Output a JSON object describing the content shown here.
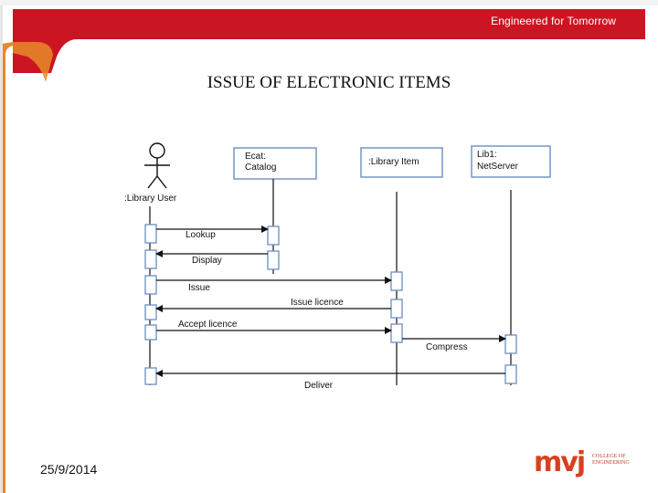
{
  "slide": {
    "banner_text": "Engineered for Tomorrow",
    "title": "ISSUE OF ELECTRONIC ITEMS",
    "date": "25/9/2014",
    "logo": {
      "text": "mvj",
      "line1": "COLLEGE OF",
      "line2": "ENGINEERING",
      "line3": ""
    },
    "colors": {
      "banner": "#cc1522",
      "frame": "#e88a2a",
      "box_border": "#6a8fc0",
      "activation": "#ffffff"
    }
  },
  "diagram": {
    "actor": {
      "label": ":Library User"
    },
    "objects": [
      {
        "id": "catalog",
        "line1": "Ecat:",
        "line2": "Catalog"
      },
      {
        "id": "item",
        "line1": ":Library Item",
        "line2": ""
      },
      {
        "id": "server",
        "line1": "Lib1:",
        "line2": "NetServer"
      }
    ],
    "messages": [
      {
        "label": "Lookup",
        "from": "user",
        "to": "catalog"
      },
      {
        "label": "Display",
        "from": "catalog",
        "to": "user"
      },
      {
        "label": "Issue",
        "from": "user",
        "to": "item"
      },
      {
        "label": "Issue licence",
        "from": "item",
        "to": "user"
      },
      {
        "label": "Accept licence",
        "from": "user",
        "to": "item"
      },
      {
        "label": "Compress",
        "from": "item",
        "to": "server"
      },
      {
        "label": "Deliver",
        "from": "server",
        "to": "user"
      }
    ]
  }
}
